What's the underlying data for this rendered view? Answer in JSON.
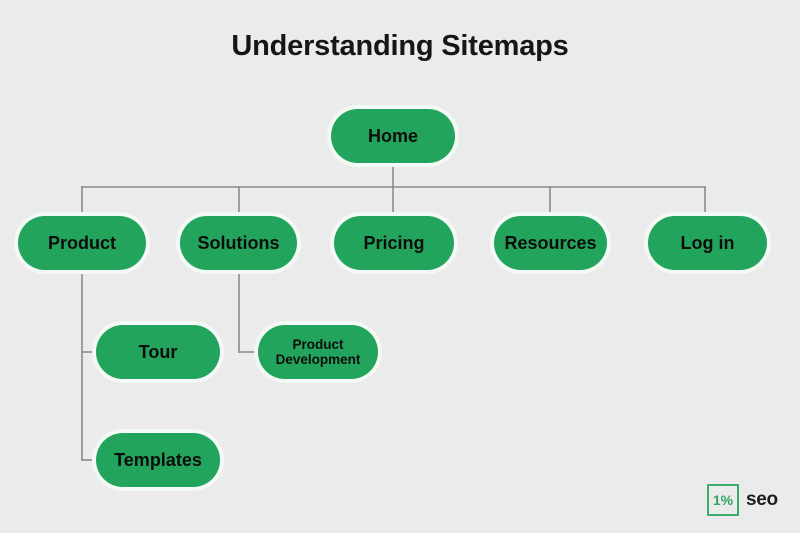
{
  "page": {
    "title": "Understanding Sitemaps",
    "background_color": "#ebebeb",
    "node_color": "#22a45d",
    "node_text_color": "#0d0d0d",
    "connector_color": "#8a8a8a"
  },
  "diagram": {
    "type": "sitemap-tree",
    "root": {
      "label": "Home"
    },
    "level_one": [
      {
        "label": "Product"
      },
      {
        "label": "Solutions"
      },
      {
        "label": "Pricing"
      },
      {
        "label": "Resources"
      },
      {
        "label": "Log in"
      }
    ],
    "level_two": [
      {
        "label": "Tour",
        "parent": "Product"
      },
      {
        "label": "Templates",
        "parent": "Product"
      },
      {
        "label": "Product Development",
        "parent": "Solutions"
      }
    ]
  },
  "logo": {
    "badge": "1%",
    "word": "seo",
    "badge_color": "#3bae6e"
  }
}
